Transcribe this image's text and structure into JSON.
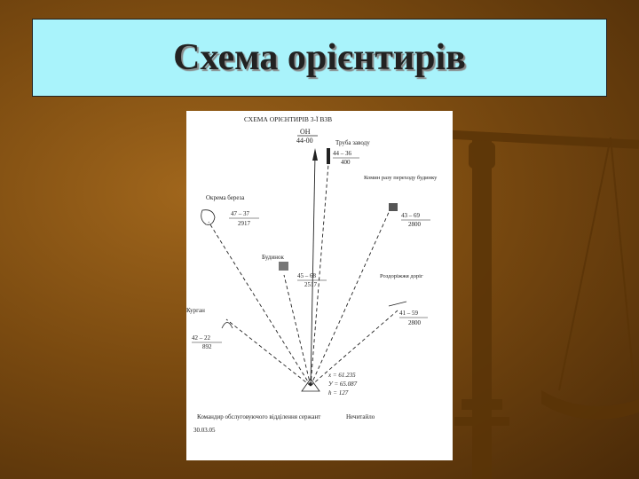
{
  "title": "Схема орієнтирів",
  "scheme": {
    "header": "СХЕМА ОРІЄНТИРІВ 3-Ї ВЗВ",
    "direction_label": "ОН",
    "direction_value": "44-00",
    "landmarks": [
      {
        "name": "Труба заводу",
        "angle": "44 – 36",
        "distance": "400"
      },
      {
        "name": "Комин разу переходу будинку",
        "angle": "43 – 69",
        "distance": "2800"
      },
      {
        "name": "Окрема береза",
        "angle": "47 – 37",
        "distance": "2917"
      },
      {
        "name": "Будинок",
        "angle": "45 – 68",
        "distance": "2517"
      },
      {
        "name": "Роздоріжжя доріг",
        "angle": "41 – 59",
        "distance": "2800"
      },
      {
        "name": "Курган",
        "angle": "42 – 22",
        "distance": "892"
      }
    ],
    "coords": {
      "x": "x = 61.235",
      "y": "У = 65.087",
      "h": "h = 127"
    },
    "footer_left": "Командир обслуговуючого відділення сержант",
    "footer_right": "Нечитайло",
    "date": "30.03.05"
  },
  "colors": {
    "title_bg": "#a9f3fb",
    "background": "#7a4a10"
  }
}
